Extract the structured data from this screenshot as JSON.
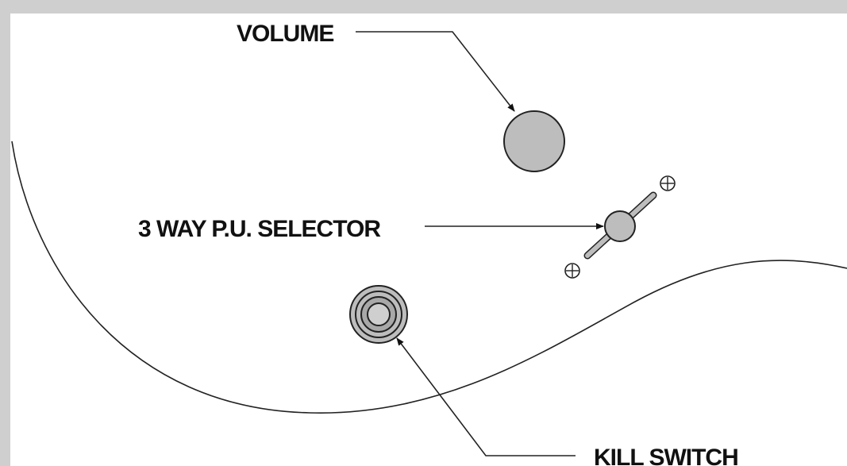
{
  "labels": {
    "volume": "VOLUME",
    "selector": "3 WAY P.U. SELECTOR",
    "kill_switch": "KILL SWITCH"
  },
  "colors": {
    "background": "#cfcfcf",
    "panel": "#ffffff",
    "knob_fill": "#bdbdbd",
    "stroke": "#222222"
  }
}
